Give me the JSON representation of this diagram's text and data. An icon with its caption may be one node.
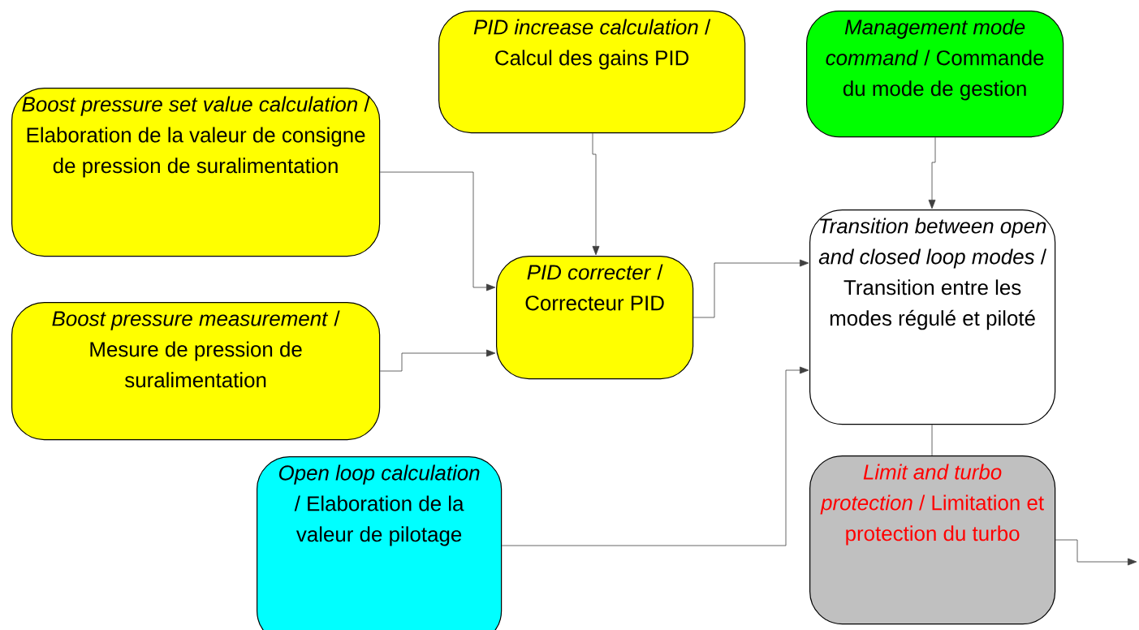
{
  "diagram": {
    "nodes": [
      {
        "text": [
          "*Boost pressure set value calculation* / Elaboration de la valeur de consigne de pression de suralimentation"
        ]
      },
      {
        "text": [
          "*PID increase calculation* / Calcul des gains PID"
        ]
      },
      {
        "text": [
          "*Management mode command* / Commande du mode de gestion"
        ]
      },
      {
        "text": [
          "*PID correcter* / Correcteur PID"
        ]
      },
      {
        "text": [
          "*Boost pressure measurement* / Mesure de pression de suralimentation"
        ]
      },
      {
        "text": [
          "*Transition between open and closed loop modes* / Transition entre les modes régulé et piloté"
        ]
      },
      {
        "text": [
          "*Open loop calculation* / Elaboration de la valeur de pilotage"
        ]
      },
      {
        "text": [
          "*Limit and turbo protection* / Limitation et protection du turbo"
        ]
      }
    ],
    "edges": [
      {
        "from": 0,
        "to": 3,
        "arrow": "to"
      },
      {
        "from": 1,
        "to": 3,
        "arrow": "to"
      },
      {
        "from": 4,
        "to": 3,
        "arrow": "to"
      },
      {
        "from": 3,
        "to": 5,
        "arrow": "to"
      },
      {
        "from": 2,
        "to": 5,
        "arrow": "to"
      },
      {
        "from": 6,
        "to": 5,
        "arrow": "to"
      },
      {
        "from": 5,
        "to": 7,
        "arrow": "none"
      },
      {
        "from": 7,
        "to": null,
        "arrow": "to"
      }
    ]
  }
}
